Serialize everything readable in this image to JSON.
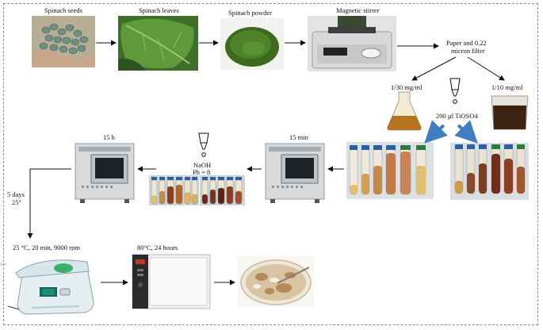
{
  "labels": {
    "seeds": "Spinach seeds",
    "leaves": "Spinach leaves",
    "powder": "Spinach powder",
    "stirrer": "Magnetic stirrer",
    "filter_line1": "Paper and 0.22",
    "filter_line2": "micron filter",
    "conc_low": "1/30  mg/ml",
    "conc_high": "1/10  mg/ml",
    "tioso4": "200 µl TiOSO4",
    "incubator_right_time": "15 min",
    "incubator_left_time": "15 h",
    "naoh": "NaOH",
    "ph": "Ph = 8",
    "five_days": "5 days",
    "temp_25": "25°",
    "centrifuge": "25 °C, 20 min,  9000 rpm",
    "oven": "80°C, 24 hours"
  },
  "colors": {
    "arrow": "#111111",
    "curved_arrow": "#3f7fbf",
    "extract_light": "#b5741f",
    "extract_dark": "#3d2410",
    "frame": "#8a8a8a"
  }
}
